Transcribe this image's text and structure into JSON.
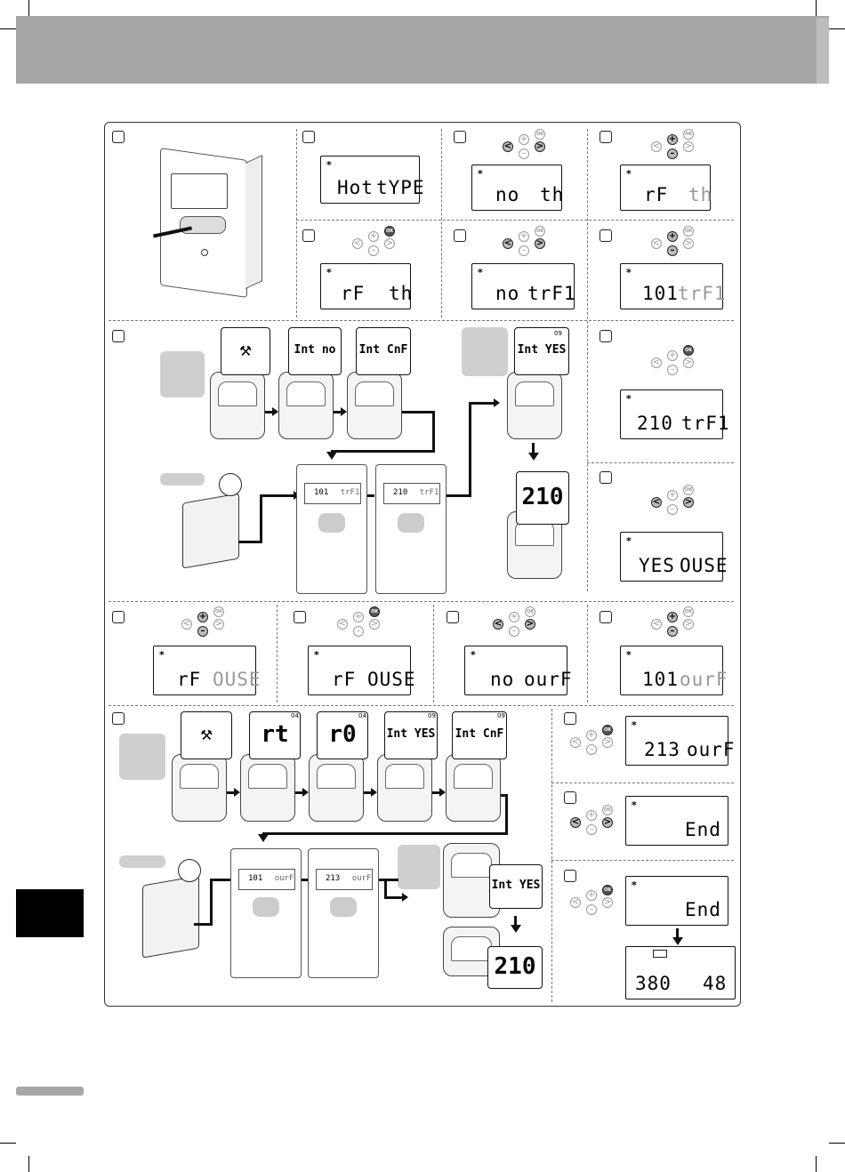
{
  "colors": {
    "header": "#a6a6a6",
    "side_tab": "#000000",
    "grey_panel": "#cfcfcf"
  },
  "buttons": {
    "minus": "–",
    "plus": "+",
    "left": "<",
    "right": ">",
    "ok": "OK"
  },
  "icons": {
    "star": "*",
    "tools": "⚒"
  },
  "lcd": {
    "a2": {
      "left": "Hot",
      "right": "tYPE"
    },
    "a3": {
      "left": "no",
      "right": "th"
    },
    "a4": {
      "left": "rF",
      "right": "th"
    },
    "a5": {
      "left": "rF",
      "right": "th"
    },
    "a6": {
      "left": "no",
      "right": "trF1"
    },
    "a7": {
      "left": "101",
      "right": "trF1"
    },
    "b2": {
      "left": "210",
      "right": "trF1"
    },
    "b3": {
      "left": "YES",
      "right": "OUSE"
    },
    "c1": {
      "left": "rF",
      "right": "OUSE"
    },
    "c2": {
      "left": "rF",
      "right": "OUSE"
    },
    "c3": {
      "left": "no",
      "right": "ourF"
    },
    "c4": {
      "left": "101",
      "right": "ourF"
    },
    "d2": {
      "left": "213",
      "right": "ourF"
    },
    "d3": {
      "left": "",
      "right": "End"
    },
    "d4": {
      "left": "",
      "right": "End"
    },
    "final": {
      "left": "380",
      "right": "48"
    }
  },
  "bubbles": {
    "b_int_no": "Int no",
    "b_int_cnf": "Int CnF",
    "b_int_yes": "Int YES",
    "b_temp": "210",
    "d_rt": "rt",
    "d_r0": "r0",
    "d_int_yes": "Int YES",
    "d_int_cnf": "Int CnF",
    "d_int_yes2": "Int YES",
    "d_temp": "210"
  },
  "small_units": {
    "b1": {
      "left": "101",
      "right": "trF1"
    },
    "b2": {
      "left": "210",
      "right": "trF1"
    },
    "d1": {
      "left": "101",
      "right": "ourF"
    },
    "d2": {
      "left": "213",
      "right": "ourF"
    }
  },
  "badges": {
    "b_channel": "09",
    "d_channel_a": "04",
    "d_channel_b": "04",
    "d_channel_c": "09",
    "d_channel_d": "09"
  }
}
